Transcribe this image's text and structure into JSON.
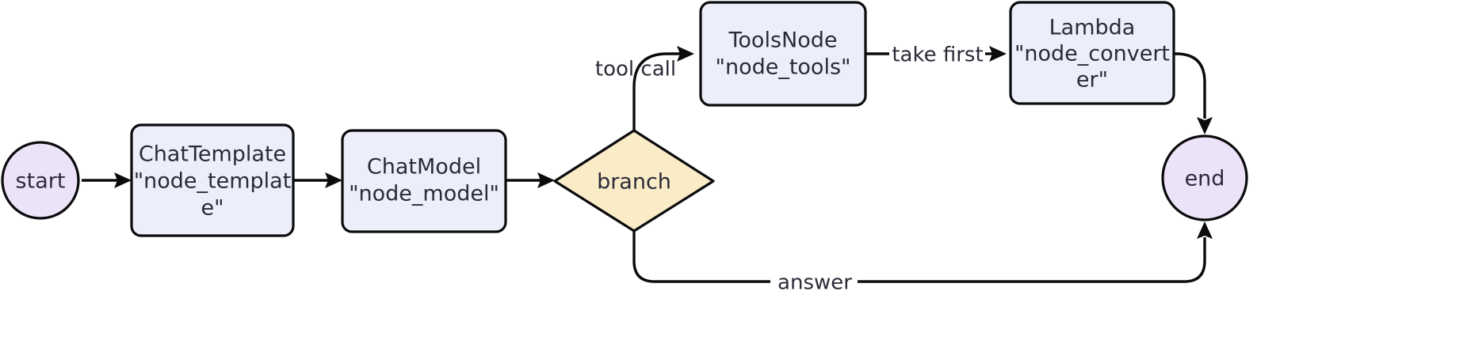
{
  "diagram": {
    "type": "flowchart",
    "orientation": "left-to-right",
    "background_color": "#ffffff",
    "colors": {
      "terminal_fill": "#ede3f8",
      "process_fill": "#eceff9",
      "decision_fill": "#fbecc8",
      "stroke": "#0b0b0d",
      "text": "#2b2b38"
    },
    "nodes": {
      "start": {
        "label": "start",
        "shape": "circle"
      },
      "template": {
        "line1": "ChatTemplate",
        "line2": "\"node_templat",
        "line3": "e\"",
        "full": "ChatTemplate \"node_template\"",
        "shape": "rounded-rect"
      },
      "model": {
        "line1": "ChatModel",
        "line2": "\"node_model\"",
        "full": "ChatModel \"node_model\"",
        "shape": "rounded-rect"
      },
      "branch": {
        "label": "branch",
        "shape": "diamond"
      },
      "tools": {
        "line1": "ToolsNode",
        "line2": "\"node_tools\"",
        "full": "ToolsNode \"node_tools\"",
        "shape": "rounded-rect"
      },
      "converter": {
        "line1": "Lambda",
        "line2": "\"node_convert",
        "line3": "er\"",
        "full": "Lambda \"node_converter\"",
        "shape": "rounded-rect"
      },
      "end": {
        "label": "end",
        "shape": "circle"
      }
    },
    "edges": [
      {
        "from": "start",
        "to": "template",
        "label": ""
      },
      {
        "from": "template",
        "to": "model",
        "label": ""
      },
      {
        "from": "model",
        "to": "branch",
        "label": ""
      },
      {
        "from": "branch",
        "to": "tools",
        "label": "tool call"
      },
      {
        "from": "tools",
        "to": "converter",
        "label": "take first"
      },
      {
        "from": "converter",
        "to": "end",
        "label": ""
      },
      {
        "from": "branch",
        "to": "end",
        "label": "answer"
      }
    ],
    "edge_labels": {
      "tool_call": "tool call",
      "take_first": "take first",
      "answer": "answer"
    }
  }
}
